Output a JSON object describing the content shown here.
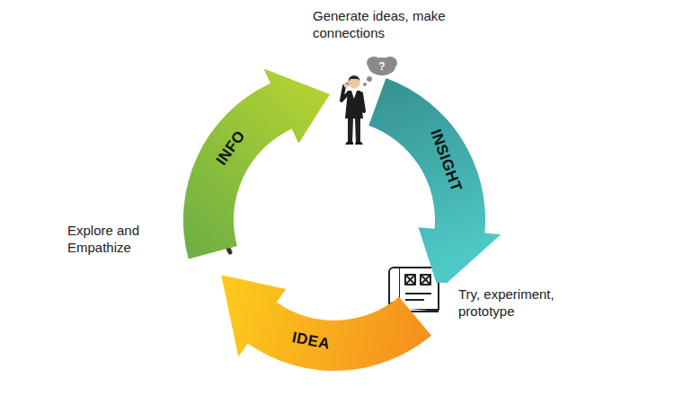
{
  "diagram": {
    "nodes": [
      {
        "text": [
          "INFO"
        ]
      },
      {
        "text": [
          "INSIGHT"
        ]
      },
      {
        "text": [
          "IDEA"
        ]
      }
    ],
    "labels": [
      "Generate ideas, make connections",
      "?",
      "Explore and Empathize",
      "Try, experiment, prototype"
    ]
  }
}
